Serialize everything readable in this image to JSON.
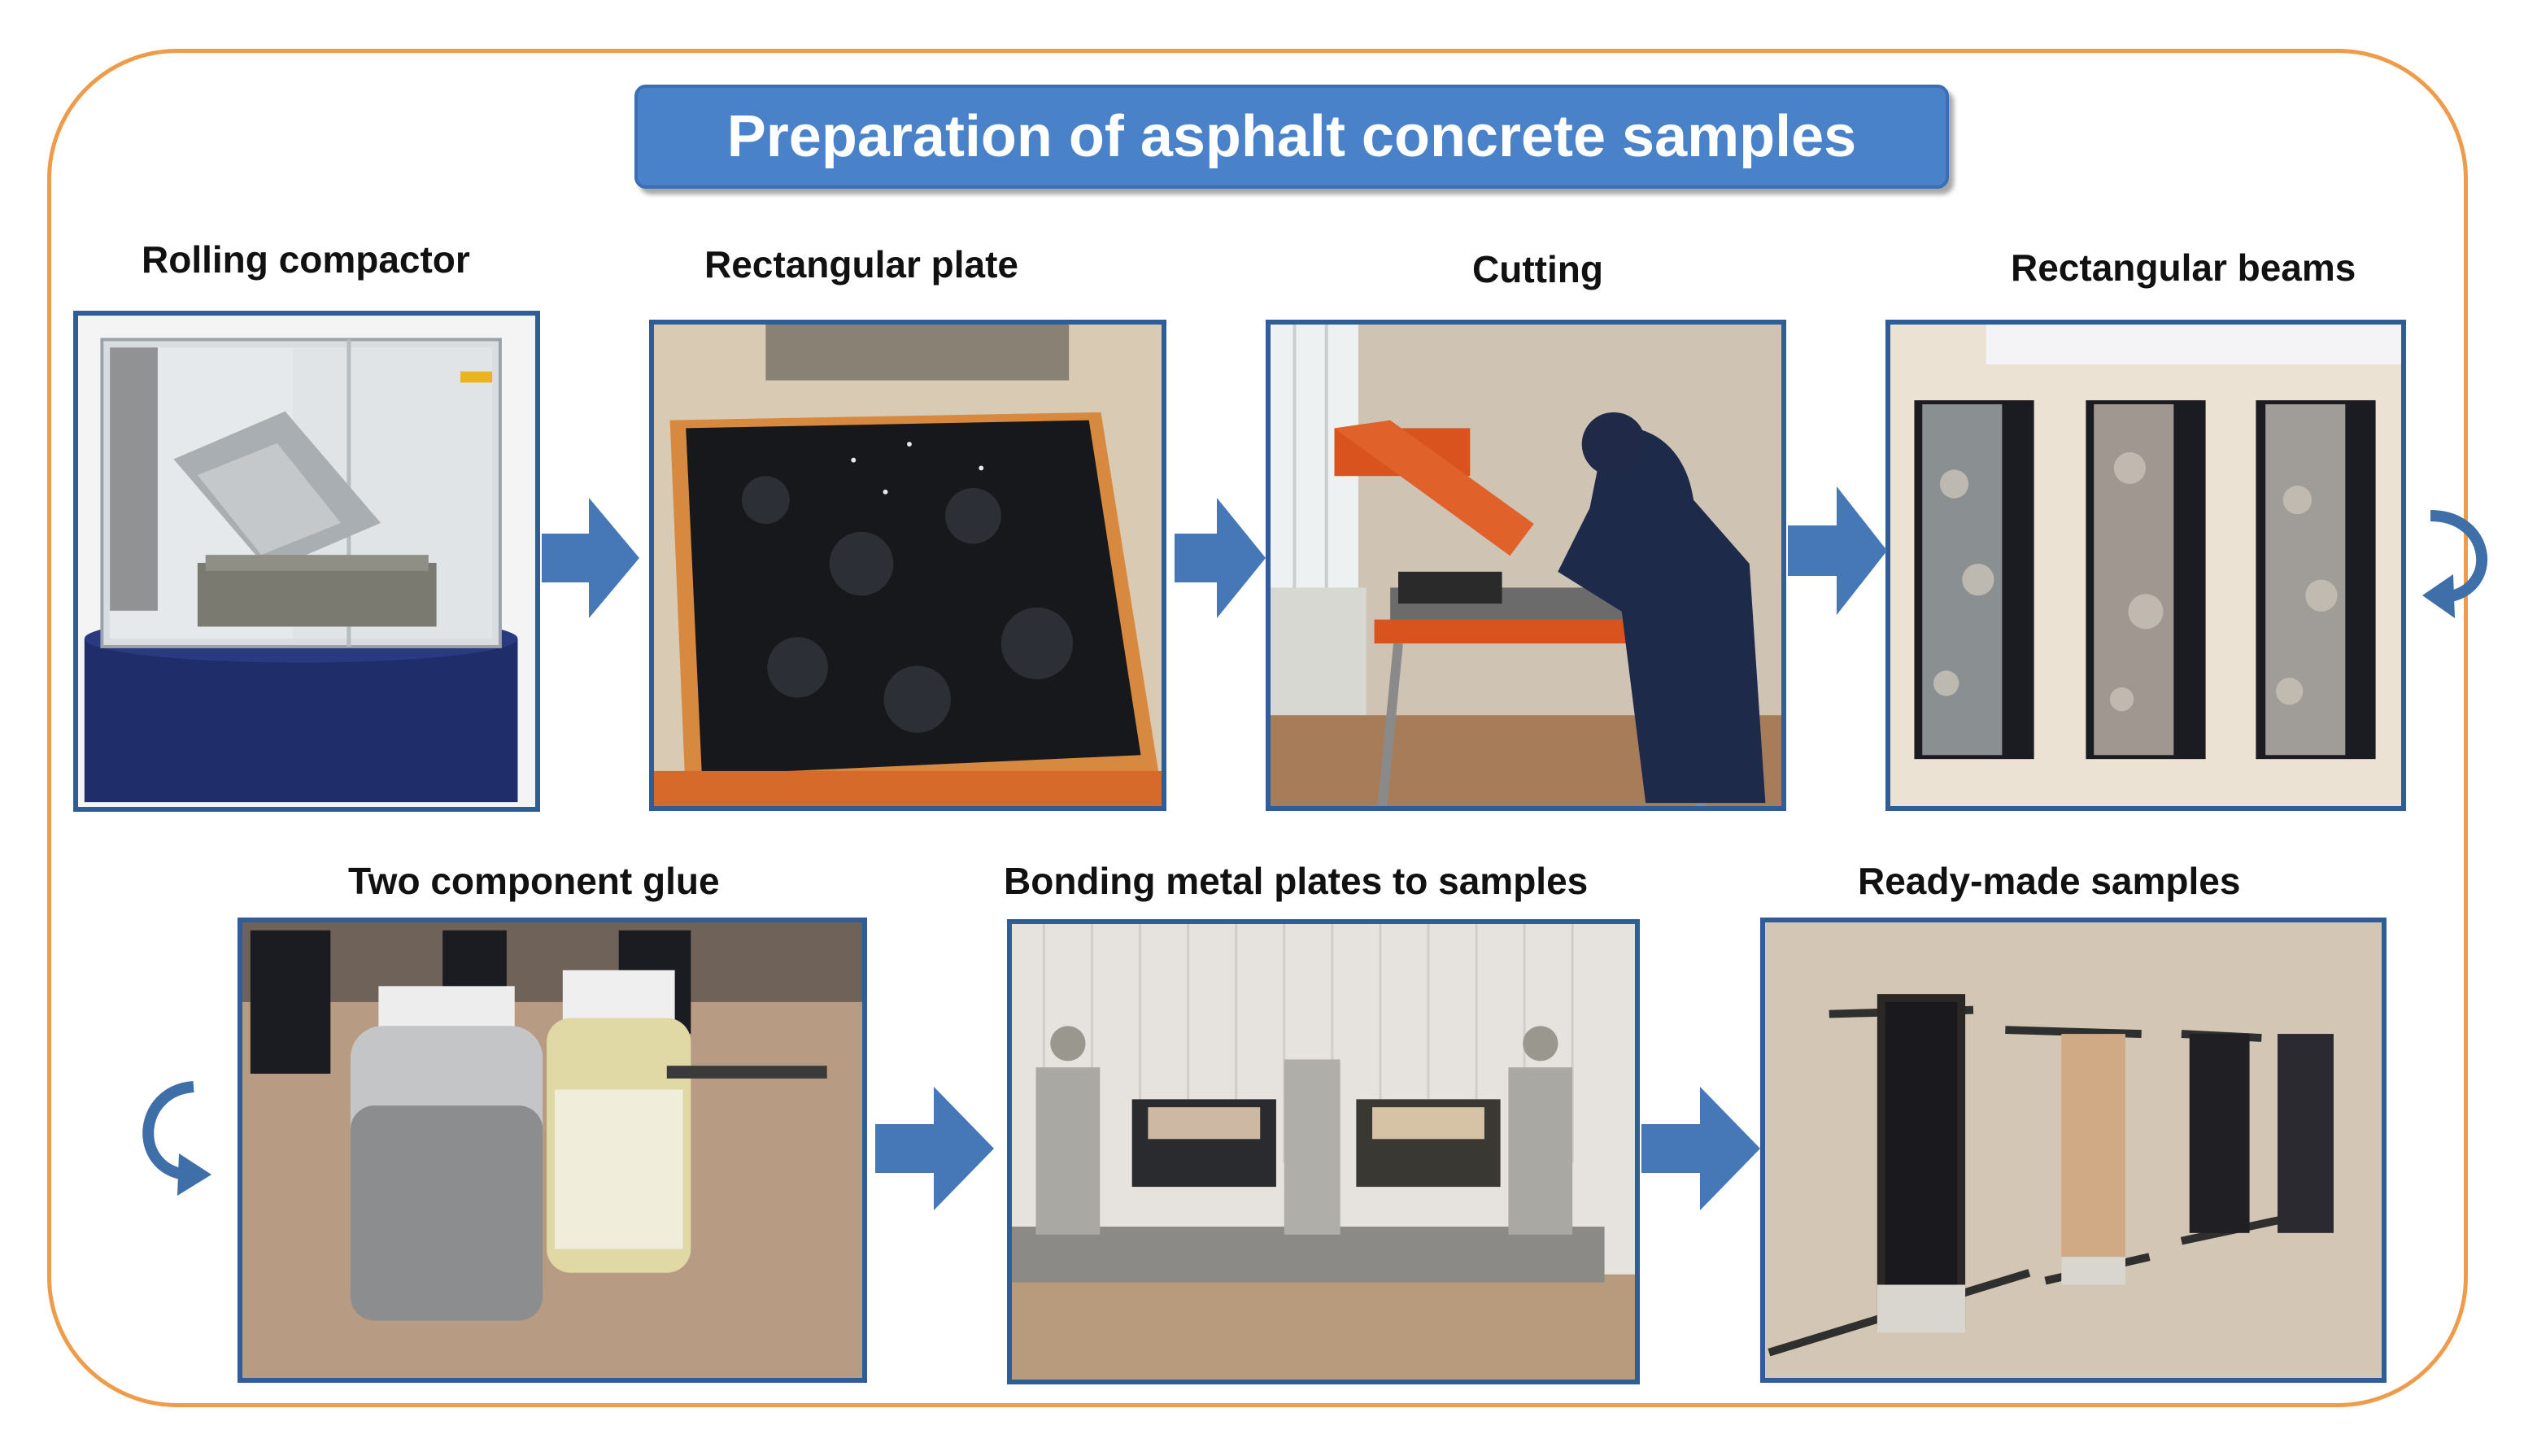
{
  "title": "Preparation of asphalt concrete samples",
  "steps": [
    {
      "label": "Rolling compactor",
      "photo": "rolling-compactor-machine"
    },
    {
      "label": "Rectangular plate",
      "photo": "asphalt-plate-in-mold"
    },
    {
      "label": "Cutting",
      "photo": "worker-cutting-saw"
    },
    {
      "label": "Rectangular beams",
      "photo": "three-asphalt-beams"
    },
    {
      "label": "Two component glue",
      "photo": "two-glue-bottles"
    },
    {
      "label": "Bonding metal plates to samples",
      "photo": "bonding-fixture"
    },
    {
      "label": "Ready-made samples",
      "photo": "samples-with-rods"
    }
  ],
  "colors": {
    "frame": "#ef9c4a",
    "title_bg": "#4a82c9",
    "panel_border": "#2f5d98",
    "arrow": "#4678b8"
  },
  "icons": [
    "right-arrow-icon",
    "curved-return-arrow-icon"
  ]
}
